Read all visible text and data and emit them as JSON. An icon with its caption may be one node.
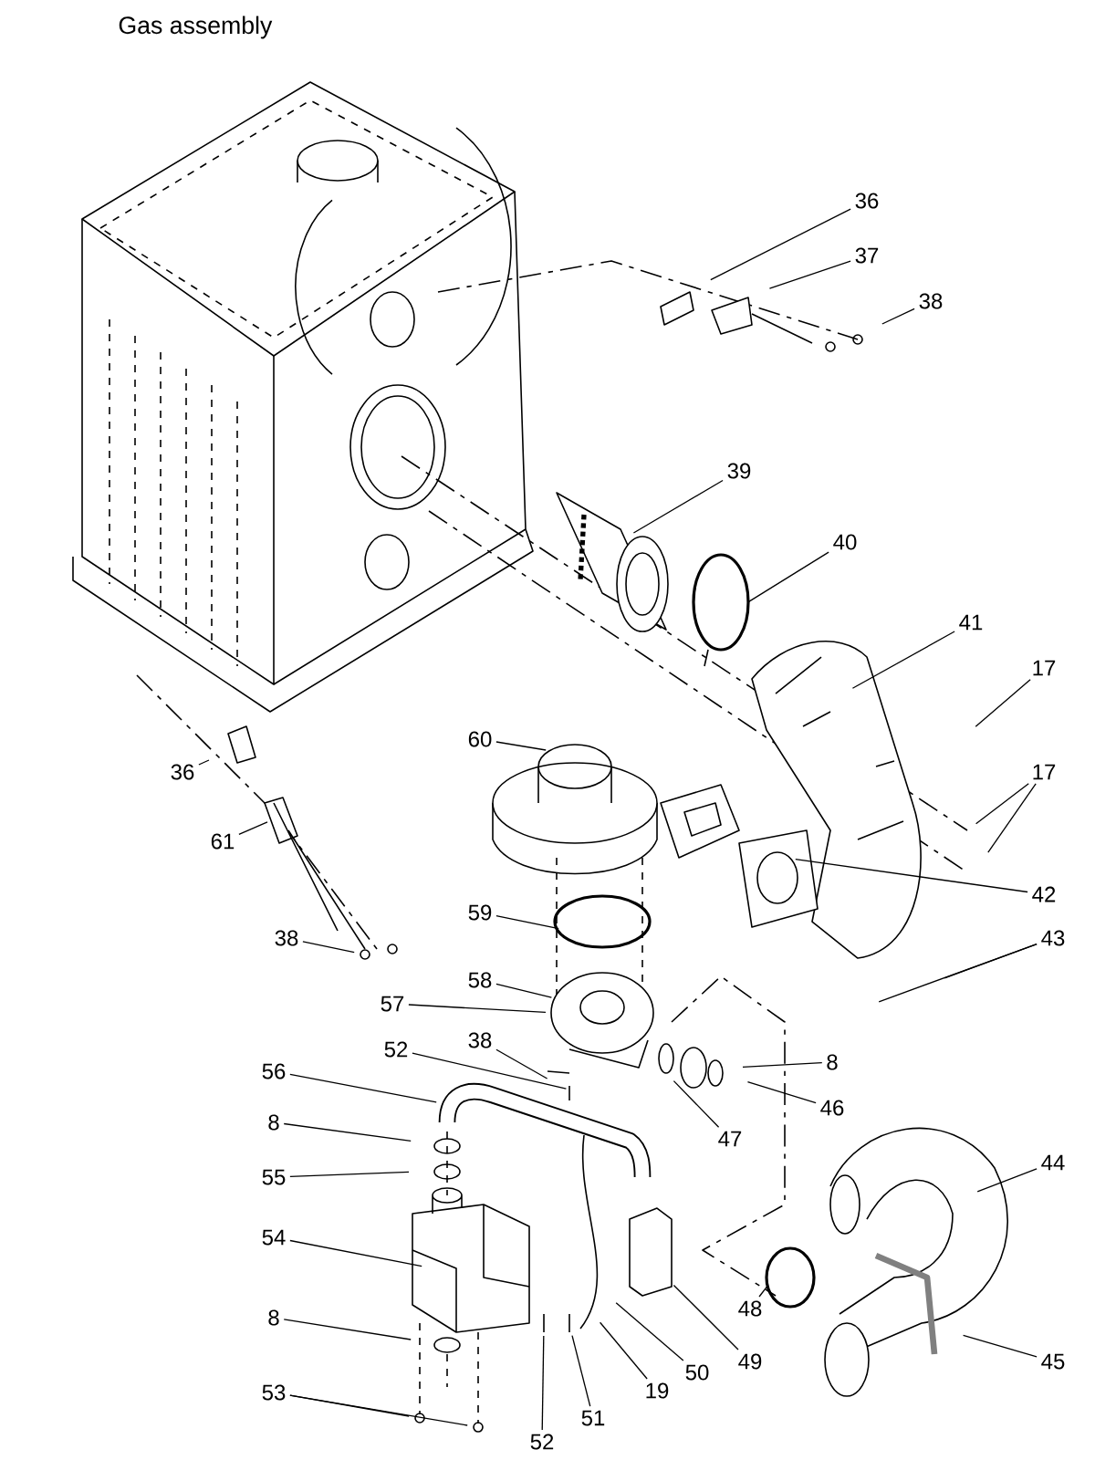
{
  "diagram": {
    "title": "Gas assembly",
    "nodes": [
      {
        "text": [
          "36"
        ]
      },
      {
        "text": [
          "37"
        ]
      },
      {
        "text": [
          "38"
        ]
      },
      {
        "text": [
          "39"
        ]
      },
      {
        "text": [
          "40"
        ]
      },
      {
        "text": [
          "41"
        ]
      },
      {
        "text": [
          "17"
        ]
      },
      {
        "text": [
          "60"
        ]
      },
      {
        "text": [
          "36"
        ]
      },
      {
        "text": [
          "17"
        ]
      },
      {
        "text": [
          "61"
        ]
      },
      {
        "text": [
          "42"
        ]
      },
      {
        "text": [
          "59"
        ]
      },
      {
        "text": [
          "38"
        ]
      },
      {
        "text": [
          "43"
        ]
      },
      {
        "text": [
          "58"
        ]
      },
      {
        "text": [
          "57"
        ]
      },
      {
        "text": [
          "38"
        ]
      },
      {
        "text": [
          "52"
        ]
      },
      {
        "text": [
          "8"
        ]
      },
      {
        "text": [
          "56"
        ]
      },
      {
        "text": [
          "46"
        ]
      },
      {
        "text": [
          "8"
        ]
      },
      {
        "text": [
          "47"
        ]
      },
      {
        "text": [
          "55"
        ]
      },
      {
        "text": [
          "44"
        ]
      },
      {
        "text": [
          "54"
        ]
      },
      {
        "text": [
          "48"
        ]
      },
      {
        "text": [
          "49"
        ]
      },
      {
        "text": [
          "8"
        ]
      },
      {
        "text": [
          "50"
        ]
      },
      {
        "text": [
          "19"
        ]
      },
      {
        "text": [
          "45"
        ]
      },
      {
        "text": [
          "53"
        ]
      },
      {
        "text": [
          "51"
        ]
      },
      {
        "text": [
          "52"
        ]
      }
    ],
    "edges": [
      {
        "from": 0,
        "to": null,
        "arrow": "none"
      },
      {
        "from": 1,
        "to": null,
        "arrow": "none"
      },
      {
        "from": 2,
        "to": null,
        "arrow": "none"
      },
      {
        "from": 3,
        "to": null,
        "arrow": "none"
      },
      {
        "from": 4,
        "to": null,
        "arrow": "none"
      },
      {
        "from": 5,
        "to": null,
        "arrow": "none"
      },
      {
        "from": 6,
        "to": null,
        "arrow": "none"
      },
      {
        "from": 7,
        "to": null,
        "arrow": "none"
      },
      {
        "from": 8,
        "to": null,
        "arrow": "none"
      },
      {
        "from": 9,
        "to": null,
        "arrow": "none"
      },
      {
        "from": 9,
        "to": null,
        "arrow": "none"
      },
      {
        "from": 10,
        "to": null,
        "arrow": "none"
      },
      {
        "from": 11,
        "to": null,
        "arrow": "none"
      },
      {
        "from": 12,
        "to": null,
        "arrow": "none"
      },
      {
        "from": 13,
        "to": null,
        "arrow": "none"
      },
      {
        "from": 14,
        "to": null,
        "arrow": "none"
      },
      {
        "from": 14,
        "to": null,
        "arrow": "none"
      },
      {
        "from": 15,
        "to": null,
        "arrow": "none"
      },
      {
        "from": 16,
        "to": null,
        "arrow": "none"
      },
      {
        "from": 17,
        "to": null,
        "arrow": "none"
      },
      {
        "from": 18,
        "to": null,
        "arrow": "none"
      },
      {
        "from": 19,
        "to": null,
        "arrow": "none"
      },
      {
        "from": 20,
        "to": null,
        "arrow": "none"
      },
      {
        "from": 21,
        "to": null,
        "arrow": "none"
      },
      {
        "from": 22,
        "to": null,
        "arrow": "none"
      },
      {
        "from": 23,
        "to": null,
        "arrow": "none"
      },
      {
        "from": 24,
        "to": null,
        "arrow": "none"
      },
      {
        "from": 25,
        "to": null,
        "arrow": "none"
      },
      {
        "from": 26,
        "to": null,
        "arrow": "none"
      },
      {
        "from": 27,
        "to": null,
        "arrow": "none"
      },
      {
        "from": 28,
        "to": null,
        "arrow": "none"
      },
      {
        "from": 29,
        "to": null,
        "arrow": "none"
      },
      {
        "from": 30,
        "to": null,
        "arrow": "none"
      },
      {
        "from": 31,
        "to": null,
        "arrow": "none"
      },
      {
        "from": 32,
        "to": null,
        "arrow": "none"
      },
      {
        "from": 33,
        "to": null,
        "arrow": "none"
      },
      {
        "from": 33,
        "to": null,
        "arrow": "none"
      },
      {
        "from": 34,
        "to": null,
        "arrow": "none"
      },
      {
        "from": 35,
        "to": null,
        "arrow": "none"
      }
    ]
  }
}
